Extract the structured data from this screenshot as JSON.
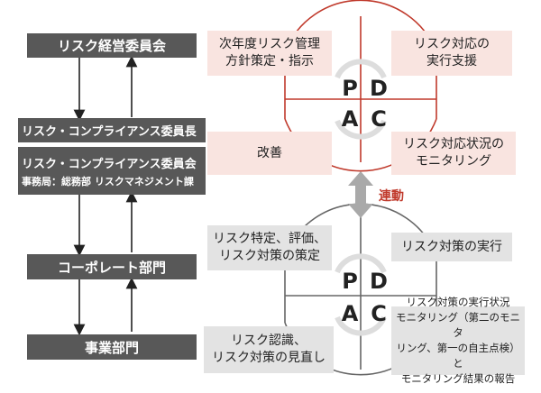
{
  "left_chain": {
    "committee": "リスク経営委員会",
    "chair": "リスク・コンプライアンス委員長",
    "compliance_committee": "リスク・コンプライアンス委員会",
    "secretariat": "事務局：総務部 リスクマネジメント課",
    "corporate": "コーポレート部門",
    "business": "事業部門"
  },
  "link_label": "連動",
  "top_cycle": {
    "plan_text": "次年度リスク管理\n方針策定・指示",
    "do_text": "リスク対応の\n実行支援",
    "act_text": "改善",
    "check_text": "リスク対応状況の\nモニタリング",
    "letters": [
      "P",
      "D",
      "A",
      "C"
    ]
  },
  "bottom_cycle": {
    "plan_text": "リスク特定、評価、\nリスク対策の策定",
    "do_text": "リスク対策の実行",
    "act_text": "リスク認識、\nリスク対策の見直し",
    "check_text_1": "リスク対策の実行状況",
    "check_text_2": "モニタリング（第二のモニタ",
    "check_text_3": "リング、第一の自主点検）と",
    "check_text_4": "モニタリング結果の報告",
    "letters": [
      "P",
      "D",
      "A",
      "C"
    ]
  },
  "colors": {
    "dark_box": "#585858",
    "red": "#c0392b",
    "pink": "#f9e4e0",
    "grey": "#e3e3e3"
  }
}
